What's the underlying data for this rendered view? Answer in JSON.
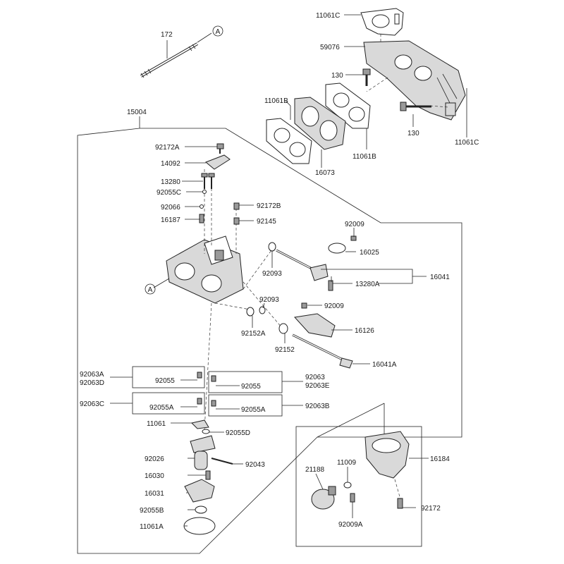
{
  "labels": {
    "p172": "172",
    "callout_a": "A",
    "p11061c_top": "11061C",
    "p59076": "59076",
    "p130_a": "130",
    "p11061b_left": "11061B",
    "p15004": "15004",
    "p130_b": "130",
    "p11061c_right": "11061C",
    "p11061b_right": "11061B",
    "p16073": "16073",
    "p92172a": "92172A",
    "p14092": "14092",
    "p13280": "13280",
    "p92055c": "92055C",
    "p92066": "92066",
    "p92172b": "92172B",
    "p16187": "16187",
    "p92145": "92145",
    "p92009_a": "92009",
    "p16025": "16025",
    "p92093_a": "92093",
    "p16041": "16041",
    "p13280a": "13280A",
    "p92093_b": "92093",
    "p92009_b": "92009",
    "p92152a": "92152A",
    "p92152": "92152",
    "p16126": "16126",
    "p16041a": "16041A",
    "p92063a": "92063A",
    "p92063d": "92063D",
    "p92055_a": "92055",
    "p92063": "92063",
    "p92063e": "92063E",
    "p92055_b": "92055",
    "p92063c": "92063C",
    "p92055a_a": "92055A",
    "p92055a_b": "92055A",
    "p92063b": "92063B",
    "p11061": "11061",
    "p92055d": "92055D",
    "p92026": "92026",
    "p92043": "92043",
    "p16030": "16030",
    "p16031": "16031",
    "p92055b": "92055B",
    "p11061a": "11061A",
    "p21188": "21188",
    "p11009": "11009",
    "p16184": "16184",
    "p92009a": "92009A",
    "p92172": "92172"
  }
}
